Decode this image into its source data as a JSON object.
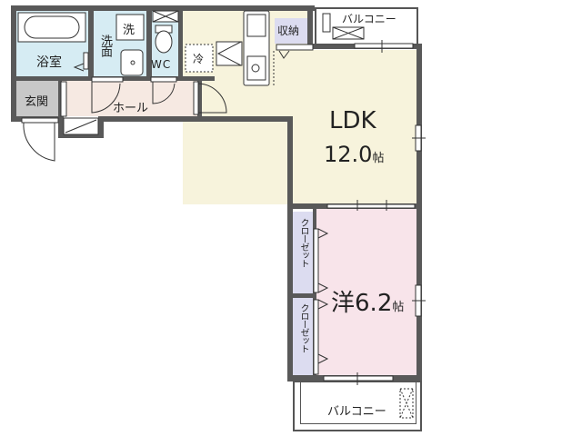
{
  "floorplan": {
    "rooms": {
      "bathroom": {
        "label": "浴室",
        "fill": "#d6ecf3"
      },
      "washroom": {
        "label": "洗面",
        "fill": "#d6ecf3"
      },
      "washer": {
        "label": "洗"
      },
      "toilet": {
        "label": "WC",
        "fill": "#d6ecf3"
      },
      "fridge": {
        "label": "冷"
      },
      "storage": {
        "label": "収納",
        "fill": "#dcdcf0"
      },
      "entrance": {
        "label": "玄関",
        "fill": "#c8c8c8"
      },
      "hall": {
        "label": "ホール",
        "fill": "#f6e9e2"
      },
      "ldk": {
        "label": "LDK",
        "size": "12.0",
        "unit": "帖",
        "fill": "#f7f3dc"
      },
      "western_room": {
        "label": "洋",
        "size": "6.2",
        "unit": "帖",
        "fill": "#f8e4ea"
      },
      "closet_1": {
        "label": "クローゼット",
        "fill": "#dcdcf0"
      },
      "closet_2": {
        "label": "クローゼット",
        "fill": "#dcdcf0"
      },
      "balcony_top": {
        "label": "バルコニー"
      },
      "balcony_bottom": {
        "label": "バルコニー"
      }
    },
    "colors": {
      "wall": "#595959",
      "line": "#333333"
    }
  }
}
